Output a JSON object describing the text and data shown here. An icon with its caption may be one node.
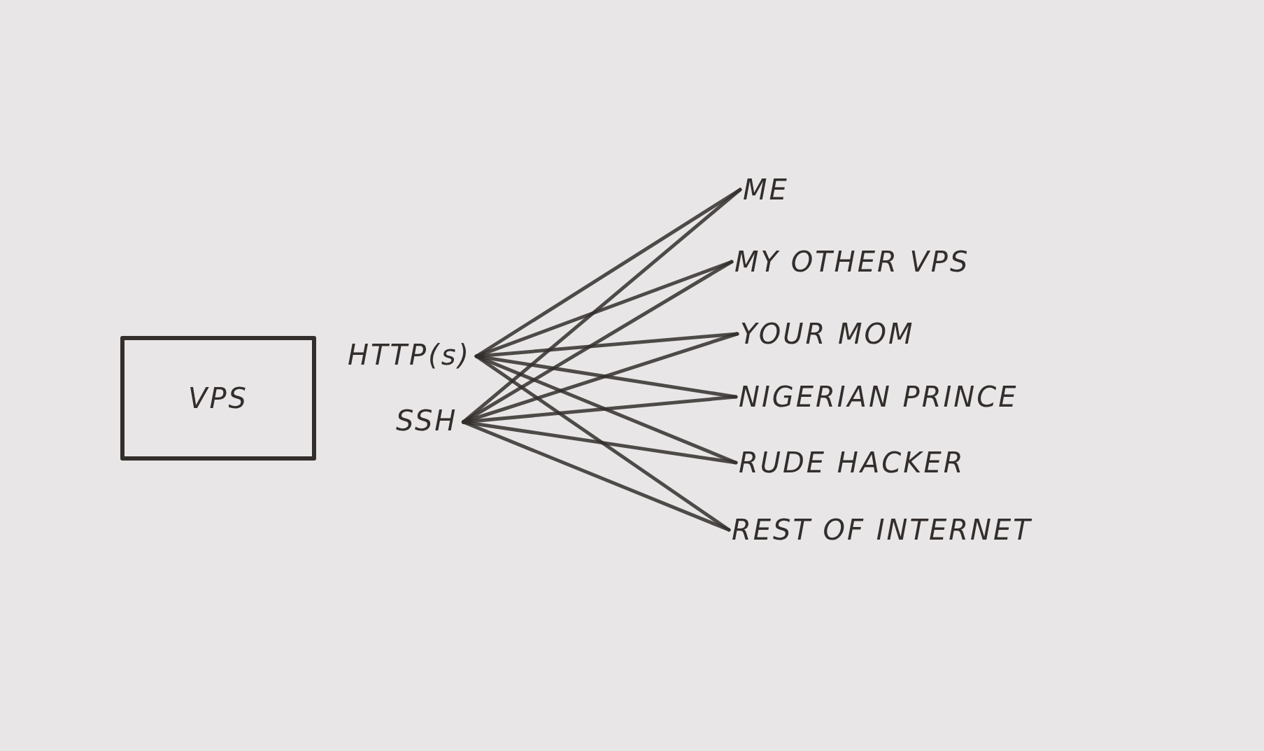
{
  "diagram": {
    "nodes": [
      {
        "text": [
          "VPS"
        ]
      },
      {
        "text": [
          "HTTP(s)"
        ]
      },
      {
        "text": [
          "SSH"
        ]
      },
      {
        "text": [
          "ME"
        ]
      },
      {
        "text": [
          "MY OTHER VPS"
        ]
      },
      {
        "text": [
          "YOUR MOM"
        ]
      },
      {
        "text": [
          "NIGERIAN PRINCE"
        ]
      },
      {
        "text": [
          "RUDE HACKER"
        ]
      },
      {
        "text": [
          "REST OF INTERNET"
        ]
      }
    ],
    "edges": [
      {
        "from": 1,
        "to": 3,
        "arrow": "none"
      },
      {
        "from": 1,
        "to": 4,
        "arrow": "none"
      },
      {
        "from": 1,
        "to": 5,
        "arrow": "none"
      },
      {
        "from": 1,
        "to": 6,
        "arrow": "none"
      },
      {
        "from": 1,
        "to": 7,
        "arrow": "none"
      },
      {
        "from": 1,
        "to": 8,
        "arrow": "none"
      },
      {
        "from": 2,
        "to": 3,
        "arrow": "none"
      },
      {
        "from": 2,
        "to": 4,
        "arrow": "none"
      },
      {
        "from": 2,
        "to": 5,
        "arrow": "none"
      },
      {
        "from": 2,
        "to": 6,
        "arrow": "none"
      },
      {
        "from": 2,
        "to": 7,
        "arrow": "none"
      },
      {
        "from": 2,
        "to": 8,
        "arrow": "none"
      }
    ]
  }
}
